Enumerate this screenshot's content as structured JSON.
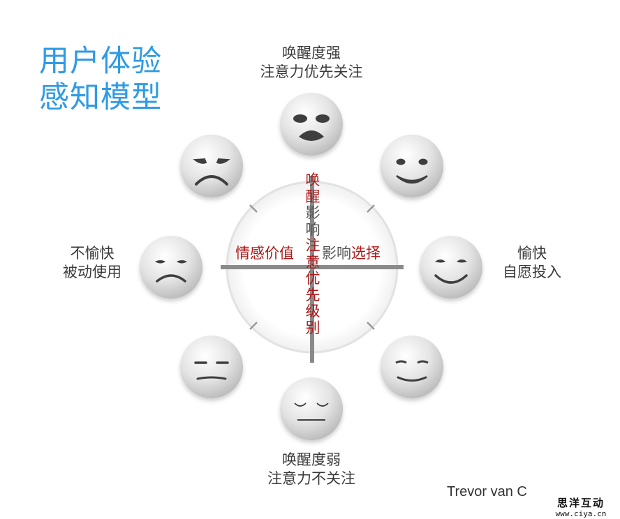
{
  "title": {
    "line1": "用户体验",
    "line2": "感知模型"
  },
  "labels": {
    "top": {
      "line1": "唤醒度强",
      "line2": "注意力优先关注"
    },
    "bottom": {
      "line1": "唤醒度弱",
      "line2": "注意力不关注"
    },
    "left": {
      "line1": "不愉快",
      "line2": "被动使用"
    },
    "right": {
      "line1": "愉快",
      "line2": "自愿投入"
    }
  },
  "center": {
    "horizontal_left": "情感价值",
    "horizontal_right_gray": "影响",
    "horizontal_right_red": "选择",
    "vertical_red_top": [
      "唤",
      "醒"
    ],
    "vertical_gray": [
      "影",
      "响"
    ],
    "vertical_red_bottom": [
      "注",
      "意",
      "优",
      "先",
      "级",
      "别"
    ]
  },
  "faces": [
    {
      "name": "face-top-surprised",
      "expression": "surprised"
    },
    {
      "name": "face-upper-right-happy",
      "expression": "happy"
    },
    {
      "name": "face-right-content",
      "expression": "content"
    },
    {
      "name": "face-lower-right-calm",
      "expression": "calm"
    },
    {
      "name": "face-bottom-sleepy",
      "expression": "sleepy"
    },
    {
      "name": "face-lower-left-bored",
      "expression": "bored"
    },
    {
      "name": "face-left-unhappy",
      "expression": "unhappy"
    },
    {
      "name": "face-upper-left-sad",
      "expression": "sad"
    }
  ],
  "credit": "Trevor van C",
  "watermark": {
    "line1": "思洋互动",
    "line2": "www.ciya.cn"
  },
  "colors": {
    "title": "#2f9be6",
    "accent_red": "#b01a1a",
    "text": "#3a3a3a",
    "axis": "#8a8a8a"
  }
}
